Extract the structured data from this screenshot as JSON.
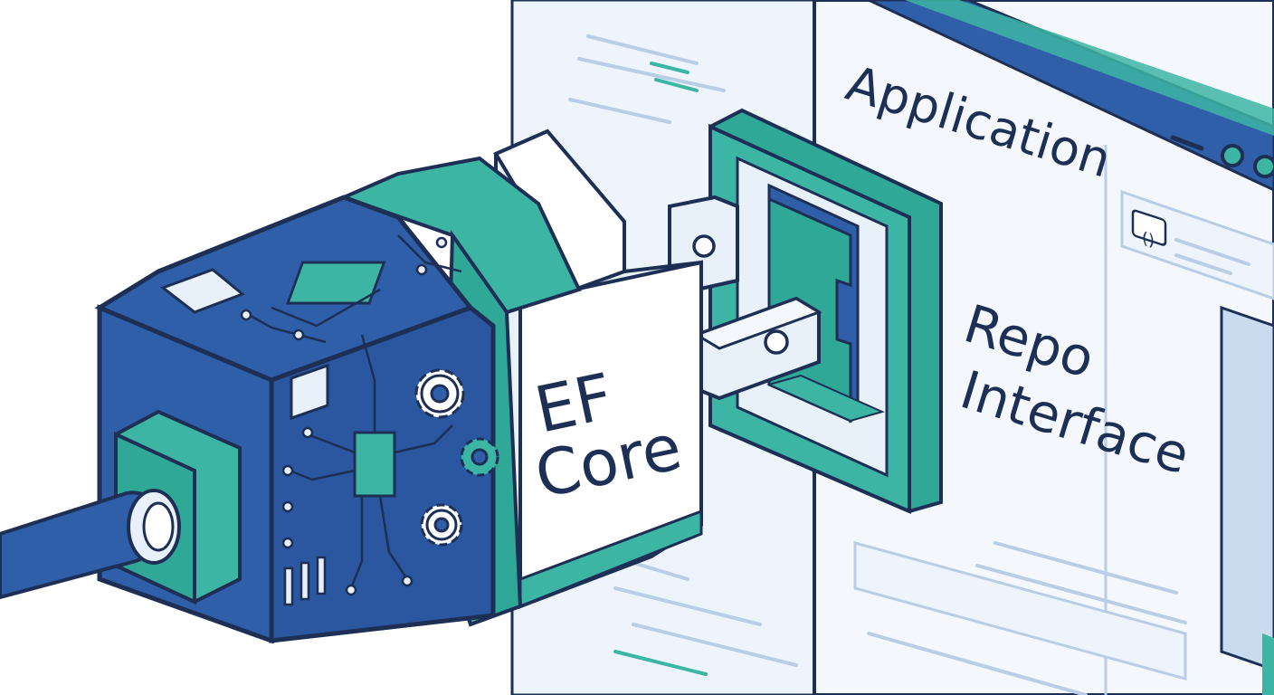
{
  "adapter": {
    "label_line1": "EF",
    "label_line2": "Core"
  },
  "application": {
    "title": "Application",
    "socket_label_line1": "Repo",
    "socket_label_line2": "Interface"
  },
  "window_controls": [
    "minimize-icon",
    "maximize-icon",
    "close-icon"
  ],
  "code_badge": "()",
  "colors": {
    "navy": "#1d2f55",
    "blue": "#2f5fa8",
    "teal": "#3db5a4",
    "light_blue": "#e8f1fa",
    "panel": "#f4f8fc",
    "white": "#ffffff"
  }
}
